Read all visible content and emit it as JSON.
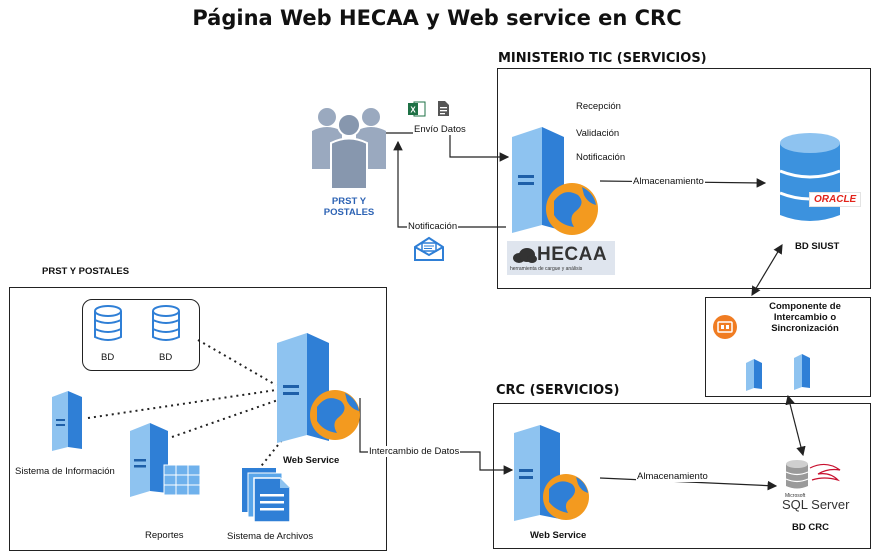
{
  "title": "Página Web HECAA y Web service en CRC",
  "ministerio": {
    "heading": "MINISTERIO TIC (SERVICIOS)",
    "steps": [
      "Recepción",
      "Validación",
      "Notificación"
    ],
    "storage_label": "Almacenamiento",
    "db_label": "BD SIUST",
    "oracle_logo": "ORACLE",
    "hecaa_logo": "HECAA",
    "hecaa_tagline": "herramienta de cargue y análisis"
  },
  "users": {
    "label_line1": "PRST Y",
    "label_line2": "POSTALES",
    "send_label": "Envío Datos",
    "notify_label": "Notificación"
  },
  "prst": {
    "heading": "PRST Y POSTALES",
    "db1": "BD",
    "db2": "BD",
    "info_system": "Sistema de Información",
    "reports": "Reportes",
    "file_system": "Sistema de Archivos",
    "web_service": "Web Service",
    "exchange_label": "Intercambio de Datos"
  },
  "component": {
    "line1": "Componente de",
    "line2": "Intercambio o",
    "line3": "Sincronización"
  },
  "crc": {
    "heading": "CRC (SERVICIOS)",
    "web_service": "Web Service",
    "storage_label": "Almacenamiento",
    "sql_brand": "Microsoft",
    "sql_logo": "SQL Server",
    "db_label": "BD CRC"
  },
  "colors": {
    "server_blue": "#2f7fd6",
    "server_light": "#8ec3f0",
    "globe_orange": "#f39a1f",
    "people_gray": "#9aa9bf",
    "people_label_blue": "#2d63b4",
    "oracle_red": "#e2231a",
    "db_blue": "#3c92de",
    "excel_green": "#1e7145"
  }
}
